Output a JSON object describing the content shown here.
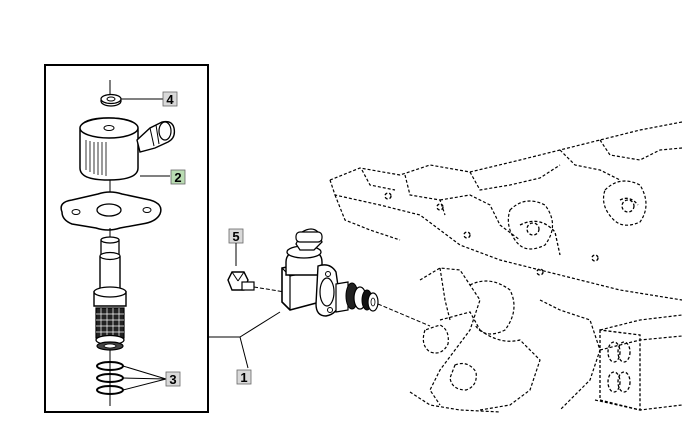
{
  "callouts": [
    {
      "id": "1",
      "label": "1",
      "highlighted": false
    },
    {
      "id": "2",
      "label": "2",
      "highlighted": true
    },
    {
      "id": "3",
      "label": "3",
      "highlighted": false
    },
    {
      "id": "4",
      "label": "4",
      "highlighted": false
    },
    {
      "id": "5",
      "label": "5",
      "highlighted": false
    }
  ],
  "colors": {
    "line": "#000000",
    "callout_fill": "#d9d9d9",
    "callout_highlight_fill": "#b9dcb2",
    "background": "#ffffff"
  }
}
